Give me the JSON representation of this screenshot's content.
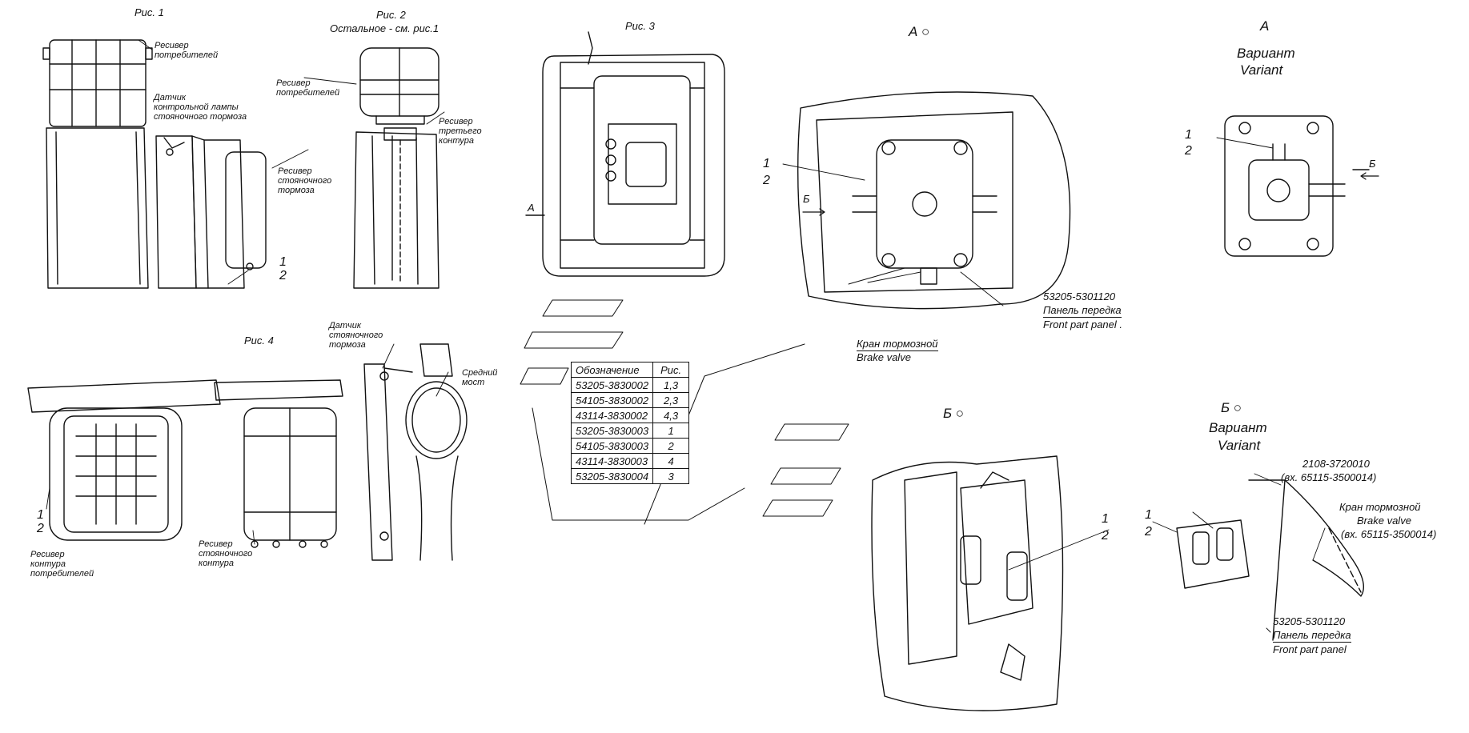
{
  "fig1": {
    "title": "Рис. 1",
    "label_consumers": "Ресивер\nпотребителей",
    "label_sensor": "Датчик\nконтрольной лампы\nстояночного тормоза",
    "label_parking": "Ресивер\nстояночного\nтормоза",
    "n1": "1",
    "n2": "2"
  },
  "fig2": {
    "title": "Рис. 2",
    "subtitle": "Остальное - см. рис.1",
    "label_consumers": "Ресивер\nпотребителей",
    "label_third": "Ресивер\nтретьего\nконтура"
  },
  "fig3": {
    "title": "Рис. 3",
    "view_a": "А"
  },
  "fig4": {
    "title": "Рис. 4",
    "label_sensor": "Датчик\nстояночного\nтормоза",
    "label_axle": "Средний\nмост",
    "label_consumers": "Ресивер\nконтура\nпотребителей",
    "label_parking": "Ресивер\nстояночного\nконтура",
    "n1": "1",
    "n2": "2"
  },
  "view_a": {
    "title": "А ○",
    "n1": "1",
    "n2": "2",
    "arrow_b": "Б",
    "panel_code": "53205-5301120",
    "panel_ru": "Панель передка",
    "panel_en": "Front part panel .",
    "valve_ru": "Кран тормозной",
    "valve_en": "Brake valve"
  },
  "view_a_variant": {
    "title": "А",
    "variant_ru": "Вариант",
    "variant_en": "Variant",
    "n1": "1",
    "n2": "2",
    "arrow_b": "Б"
  },
  "view_b": {
    "title": "Б ○",
    "n1": "1",
    "n2": "2"
  },
  "view_b_variant": {
    "title": "Б ○",
    "variant_ru": "Вариант",
    "variant_en": "Variant",
    "code_top": "2108-3720010",
    "code_top_ex": "(вх. 65115-3500014)",
    "valve_ru": "Кран тормозной",
    "valve_en": "Brake valve",
    "valve_ex": "(вх. 65115-3500014)",
    "panel_code": "53205-5301120",
    "panel_ru": "Панель передка",
    "panel_en": "Front part panel",
    "n1": "1",
    "n2": "2"
  },
  "table": {
    "headers": [
      "Обозначение",
      "Рис."
    ],
    "rows": [
      [
        "53205-3830002",
        "1,3"
      ],
      [
        "54105-3830002",
        "2,3"
      ],
      [
        "43114-3830002",
        "4,3"
      ],
      [
        "53205-3830003",
        "1"
      ],
      [
        "54105-3830003",
        "2"
      ],
      [
        "43114-3830003",
        "4"
      ],
      [
        "53205-3830004",
        "3"
      ]
    ]
  },
  "colors": {
    "ink": "#111111",
    "paper": "#ffffff"
  }
}
